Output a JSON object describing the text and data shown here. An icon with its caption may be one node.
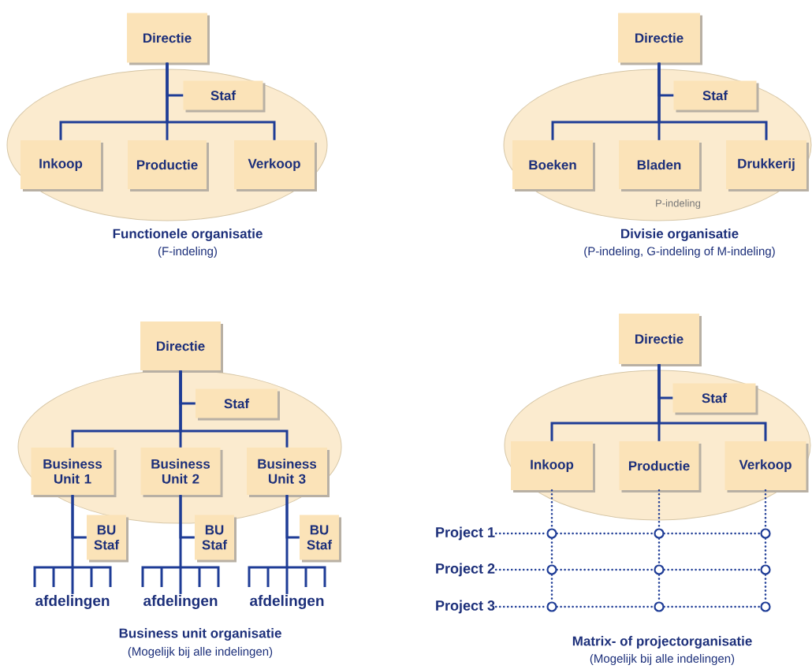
{
  "diagram": {
    "nodes": [
      {
        "text": [
          "Directie"
        ]
      },
      {
        "text": [
          "Staf"
        ]
      },
      {
        "text": [
          "Inkoop"
        ]
      },
      {
        "text": [
          "Productie"
        ]
      },
      {
        "text": [
          "Verkoop"
        ]
      },
      {
        "text": [
          "Directie"
        ]
      },
      {
        "text": [
          "Staf"
        ]
      },
      {
        "text": [
          "Boeken"
        ]
      },
      {
        "text": [
          "Bladen"
        ]
      },
      {
        "text": [
          "Drukkerij"
        ]
      },
      {
        "text": [
          "Directie"
        ]
      },
      {
        "text": [
          "Staf"
        ]
      },
      {
        "text": [
          "Business Unit 1"
        ]
      },
      {
        "text": [
          "Business Unit 2"
        ]
      },
      {
        "text": [
          "Business Unit 3"
        ]
      },
      {
        "text": [
          "BU Staf"
        ]
      },
      {
        "text": [
          "BU Staf"
        ]
      },
      {
        "text": [
          "BU Staf"
        ]
      },
      {
        "text": [
          "afdelingen"
        ]
      },
      {
        "text": [
          "afdelingen"
        ]
      },
      {
        "text": [
          "afdelingen"
        ]
      },
      {
        "text": [
          "Directie"
        ]
      },
      {
        "text": [
          "Staf"
        ]
      },
      {
        "text": [
          "Inkoop"
        ]
      },
      {
        "text": [
          "Productie"
        ]
      },
      {
        "text": [
          "Verkoop"
        ]
      },
      {
        "text": [
          "Project 1"
        ]
      },
      {
        "text": [
          "Project 2"
        ]
      },
      {
        "text": [
          "Project 3"
        ]
      },
      {
        "text": [],
        "shape": "circle"
      },
      {
        "text": [],
        "shape": "circle"
      },
      {
        "text": [],
        "shape": "circle"
      },
      {
        "text": [],
        "shape": "circle"
      },
      {
        "text": [],
        "shape": "circle"
      },
      {
        "text": [],
        "shape": "circle"
      },
      {
        "text": [],
        "shape": "circle"
      },
      {
        "text": [],
        "shape": "circle"
      },
      {
        "text": [],
        "shape": "circle"
      }
    ],
    "edges": [
      {
        "from": 0,
        "to": 1,
        "arrow": "none"
      },
      {
        "from": 0,
        "to": 2,
        "arrow": "none"
      },
      {
        "from": 0,
        "to": 3,
        "arrow": "none"
      },
      {
        "from": 0,
        "to": 4,
        "arrow": "none"
      },
      {
        "from": 5,
        "to": 6,
        "arrow": "none"
      },
      {
        "from": 5,
        "to": 7,
        "arrow": "none"
      },
      {
        "from": 5,
        "to": 8,
        "arrow": "none"
      },
      {
        "from": 5,
        "to": 9,
        "arrow": "none"
      },
      {
        "from": 10,
        "to": 11,
        "arrow": "none"
      },
      {
        "from": 10,
        "to": 12,
        "arrow": "none"
      },
      {
        "from": 10,
        "to": 13,
        "arrow": "none"
      },
      {
        "from": 10,
        "to": 14,
        "arrow": "none"
      },
      {
        "from": 12,
        "to": 15,
        "arrow": "none"
      },
      {
        "from": 13,
        "to": 16,
        "arrow": "none"
      },
      {
        "from": 14,
        "to": 17,
        "arrow": "none"
      },
      {
        "from": 12,
        "to": 18,
        "arrow": "none"
      },
      {
        "from": 13,
        "to": 19,
        "arrow": "none"
      },
      {
        "from": 14,
        "to": 20,
        "arrow": "none"
      },
      {
        "from": 21,
        "to": 22,
        "arrow": "none"
      },
      {
        "from": 21,
        "to": 23,
        "arrow": "none"
      },
      {
        "from": 21,
        "to": 24,
        "arrow": "none"
      },
      {
        "from": 21,
        "to": 25,
        "arrow": "none"
      },
      {
        "from": 23,
        "to": 29,
        "arrow": "none",
        "style": "dashed"
      },
      {
        "from": 24,
        "to": 30,
        "arrow": "none",
        "style": "dashed"
      },
      {
        "from": 25,
        "to": 31,
        "arrow": "none",
        "style": "dashed"
      },
      {
        "from": 29,
        "to": 32,
        "arrow": "none",
        "style": "dashed"
      },
      {
        "from": 30,
        "to": 33,
        "arrow": "none",
        "style": "dashed"
      },
      {
        "from": 31,
        "to": 34,
        "arrow": "none",
        "style": "dashed"
      },
      {
        "from": 32,
        "to": 35,
        "arrow": "none",
        "style": "dashed"
      },
      {
        "from": 33,
        "to": 36,
        "arrow": "none",
        "style": "dashed"
      },
      {
        "from": 34,
        "to": 37,
        "arrow": "none",
        "style": "dashed"
      },
      {
        "from": 26,
        "to": 29,
        "arrow": "none",
        "style": "dashed"
      },
      {
        "from": 29,
        "to": 30,
        "arrow": "none",
        "style": "dashed"
      },
      {
        "from": 30,
        "to": 31,
        "arrow": "none",
        "style": "dashed"
      },
      {
        "from": 27,
        "to": 32,
        "arrow": "none",
        "style": "dashed"
      },
      {
        "from": 32,
        "to": 33,
        "arrow": "none",
        "style": "dashed"
      },
      {
        "from": 33,
        "to": 34,
        "arrow": "none",
        "style": "dashed"
      },
      {
        "from": 28,
        "to": 35,
        "arrow": "none",
        "style": "dashed"
      },
      {
        "from": 35,
        "to": 36,
        "arrow": "none",
        "style": "dashed"
      },
      {
        "from": 36,
        "to": 37,
        "arrow": "none",
        "style": "dashed"
      }
    ],
    "labels": [
      "Functionele organisatie",
      "(F-indeling)",
      "P-indeling",
      "Divisie organisatie",
      "(P-indeling, G-indeling of M-indeling)",
      "Business unit organisatie",
      "(Mogelijk bij alle indelingen)",
      "Matrix- of projectorganisatie",
      "(Mogelijk bij alle indelingen)"
    ]
  }
}
